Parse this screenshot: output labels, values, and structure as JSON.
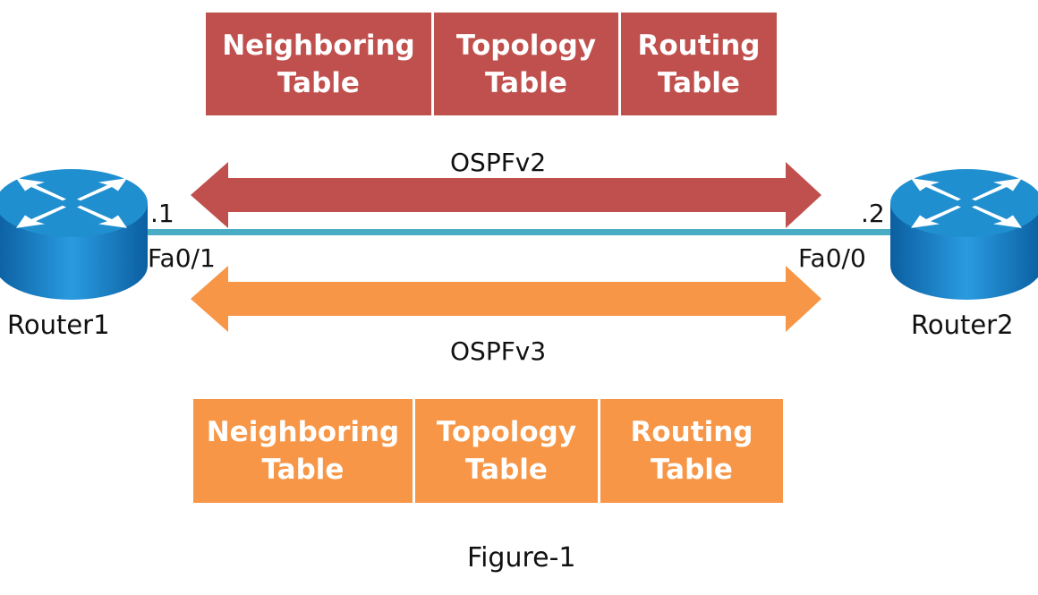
{
  "ospfv2": {
    "tables": [
      {
        "line1": "Neighboring",
        "line2": "Table"
      },
      {
        "line1": "Topology",
        "line2": "Table"
      },
      {
        "line1": "Routing",
        "line2": "Table"
      }
    ],
    "label": "OSPFv2",
    "color": "#c0504d"
  },
  "ospfv3": {
    "tables": [
      {
        "line1": "Neighboring",
        "line2": "Table"
      },
      {
        "line1": "Topology",
        "line2": "Table"
      },
      {
        "line1": "Routing",
        "line2": "Table"
      }
    ],
    "label": "OSPFv3",
    "color": "#f79646"
  },
  "router1": {
    "name": "Router1",
    "interface": "Fa0/1",
    "address": ".1"
  },
  "router2": {
    "name": "Router2",
    "interface": "Fa0/0",
    "address": ".2"
  },
  "link_color": "#4bacc6",
  "router_color": "#1f8fd0",
  "caption": "Figure-1"
}
